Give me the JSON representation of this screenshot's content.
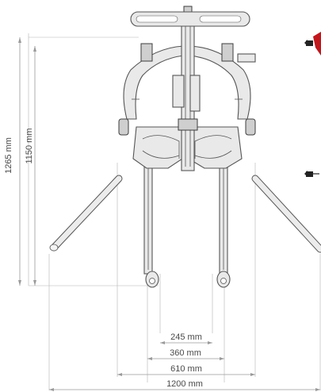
{
  "dimensions": {
    "overall_height": "1265 mm",
    "lift_height": "1150 mm",
    "inner_leg_width": "245 mm",
    "leg_width": "360 mm",
    "base_width": "610 mm",
    "open_base_width": "1200 mm"
  },
  "colors": {
    "accent": "#c0171d",
    "frame": "#e9e9e9",
    "outline": "#555555",
    "dimension": "#9a9a9a"
  },
  "icons": [
    "pointer-marker-icon"
  ]
}
